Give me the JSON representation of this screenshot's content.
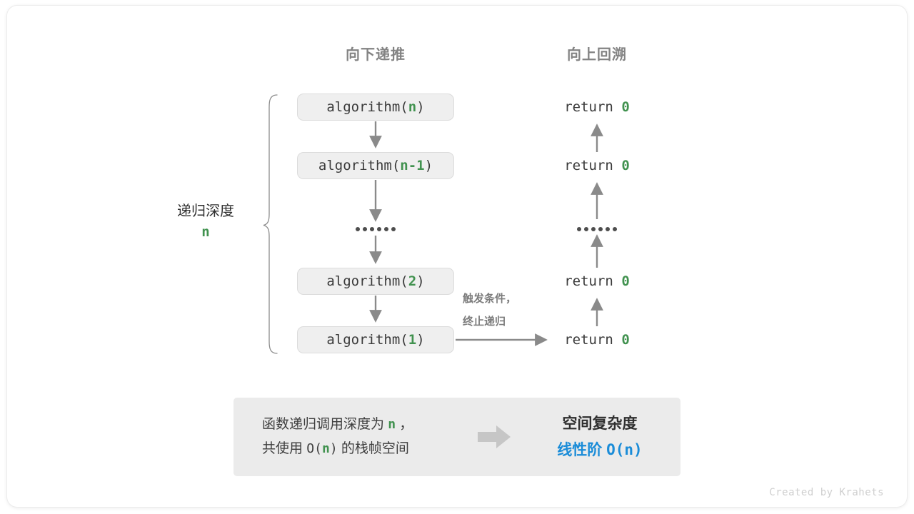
{
  "card": {
    "background": "#ffffff",
    "accent_green": "#41924f",
    "accent_blue": "#1a8cd8",
    "box_fill": "#efefef",
    "panel_fill": "#ebebeb",
    "stroke_gray": "#808080"
  },
  "headings": {
    "down": "向下递推",
    "up": "向上回溯"
  },
  "depth_label": {
    "title": "递归深度",
    "value": "n"
  },
  "calls": [
    {
      "name": "algorithm(",
      "arg": "n",
      "close": ")"
    },
    {
      "name": "algorithm(",
      "arg": "n-1",
      "close": ")"
    },
    {
      "name": "algorithm(",
      "arg": "2",
      "close": ")"
    },
    {
      "name": "algorithm(",
      "arg": "1",
      "close": ")"
    }
  ],
  "ellipsis": {
    "left_dots": 6,
    "right_dots": 6
  },
  "returns": [
    {
      "keyword": "return",
      "value": "0"
    },
    {
      "keyword": "return",
      "value": "0"
    },
    {
      "keyword": "return",
      "value": "0"
    },
    {
      "keyword": "return",
      "value": "0"
    }
  ],
  "trigger_note": {
    "line1": "触发条件，",
    "line2": "终止递归"
  },
  "summary": {
    "left_line1_a": "函数递归调用深度为 ",
    "left_line1_n": "n",
    "left_line1_b": " ，",
    "left_line2_a": "共使用 ",
    "left_line2_o": "O(",
    "left_line2_n": "n",
    "left_line2_c": ")",
    "left_line2_b": " 的栈帧空间",
    "arrow": "right-arrow-icon",
    "right_title": "空间复杂度",
    "right_order": "线性阶",
    "right_value": "O(n)"
  },
  "credit": "Created by Krahets"
}
